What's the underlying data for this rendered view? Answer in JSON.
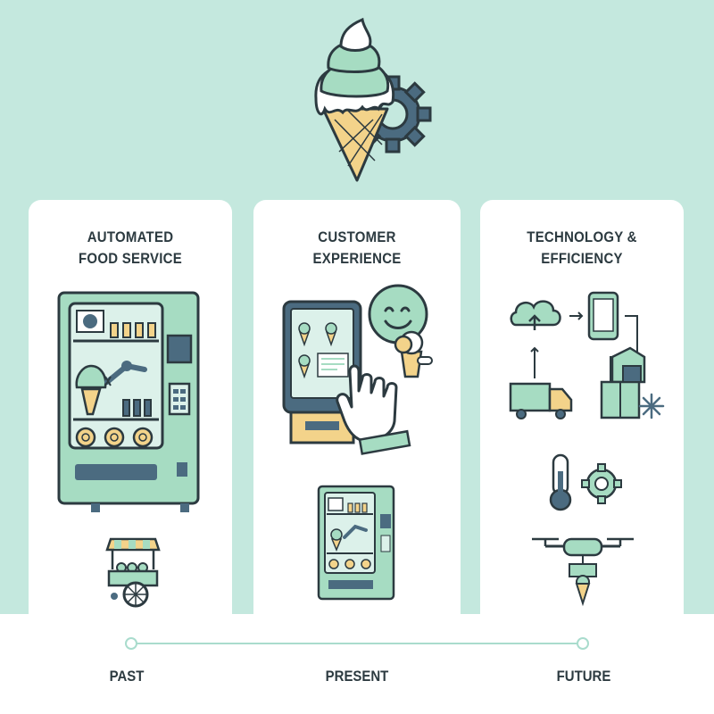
{
  "colors": {
    "background": "#c4e8de",
    "card": "#ffffff",
    "mint": "#a6dcc2",
    "slate": "#4b6b80",
    "cone": "#f3d38a",
    "ink": "#2c3a40"
  },
  "hero": {
    "icon": "ice-cream-cone-with-gear-icon"
  },
  "cards": [
    {
      "title": "AUTOMATED\nFOOD SERVICE",
      "icons": [
        "ice-cream-vending-machine-icon",
        "food-cart-icon"
      ]
    },
    {
      "title": "CUSTOMER EXPERIENCE",
      "icons": [
        "touchscreen-kiosk-icon",
        "smiley-face-icon",
        "pointing-hand-icon",
        "small-vending-machine-icon"
      ]
    },
    {
      "title": "TECHNOLOGY &\nEFFICIENCY",
      "icons": [
        "cloud-upload-icon",
        "smartphone-icon",
        "delivery-truck-icon",
        "warehouse-boxes-icon",
        "thermometer-icon",
        "gear-icon",
        "delivery-drone-icon"
      ]
    }
  ],
  "timeline": {
    "labels": [
      "PAST",
      "PRESENT",
      "FUTURE"
    ]
  }
}
